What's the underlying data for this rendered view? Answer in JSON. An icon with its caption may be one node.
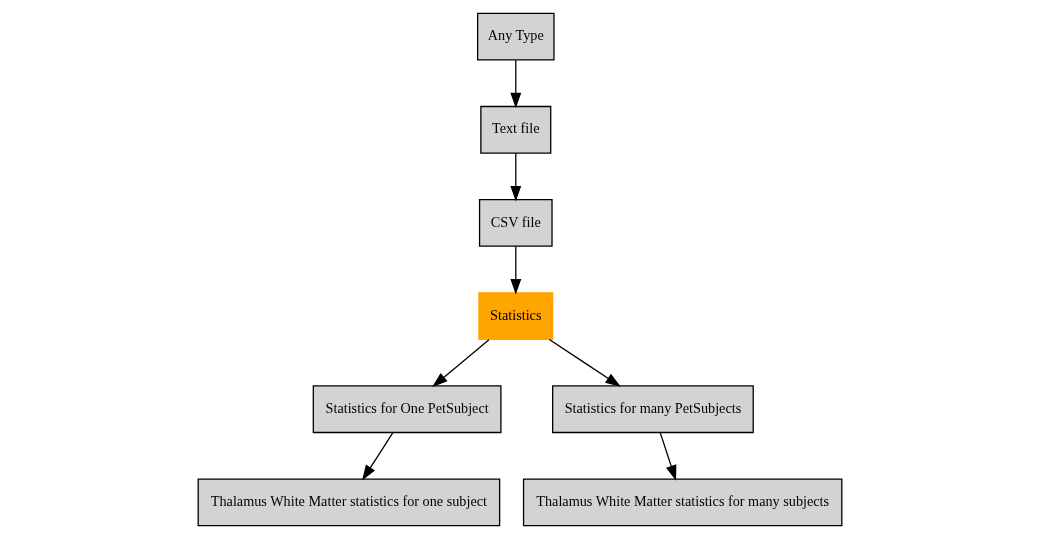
{
  "diagram": {
    "nodes": [
      {
        "text": [
          "Any Type"
        ]
      },
      {
        "text": [
          "Text file"
        ]
      },
      {
        "text": [
          "CSV file"
        ]
      },
      {
        "text": [
          "Statistics"
        ]
      },
      {
        "text": [
          "Statistics for One PetSubject"
        ]
      },
      {
        "text": [
          "Statistics for many PetSubjects"
        ]
      },
      {
        "text": [
          "Thalamus White Matter statistics for one subject"
        ]
      },
      {
        "text": [
          "Thalamus White Matter statistics for many subjects"
        ]
      }
    ],
    "edges": [
      {
        "from": 0,
        "to": 1,
        "arrow": "to"
      },
      {
        "from": 1,
        "to": 2,
        "arrow": "to"
      },
      {
        "from": 2,
        "to": 3,
        "arrow": "to"
      },
      {
        "from": 3,
        "to": 4,
        "arrow": "to"
      },
      {
        "from": 3,
        "to": 5,
        "arrow": "to"
      },
      {
        "from": 4,
        "to": 6,
        "arrow": "to"
      },
      {
        "from": 5,
        "to": 7,
        "arrow": "to"
      }
    ]
  }
}
